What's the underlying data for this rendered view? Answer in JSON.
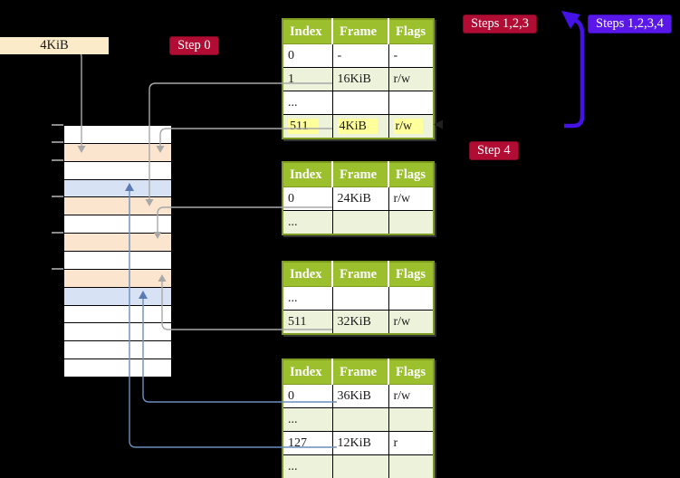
{
  "memory_label": {
    "text": "4KiB"
  },
  "badges": {
    "step0": "Step 0",
    "steps123": "Steps 1,2,3",
    "steps1234": "Steps 1,2,3,4",
    "step4": "Step 4"
  },
  "table_headers": [
    "Index",
    "Frame",
    "Flags"
  ],
  "tables": [
    {
      "name": "page-table-1",
      "rows": [
        {
          "cells": [
            "0",
            "-",
            "-"
          ],
          "shade": false,
          "highlight": false
        },
        {
          "cells": [
            "1",
            "16KiB",
            "r/w"
          ],
          "shade": true,
          "highlight": false
        },
        {
          "cells": [
            "...",
            "",
            ""
          ],
          "shade": false,
          "highlight": false
        },
        {
          "cells": [
            "511",
            "4KiB",
            "r/w"
          ],
          "shade": true,
          "highlight": true
        }
      ]
    },
    {
      "name": "page-table-2",
      "rows": [
        {
          "cells": [
            "0",
            "24KiB",
            "r/w"
          ],
          "shade": false,
          "highlight": false
        },
        {
          "cells": [
            "...",
            "",
            ""
          ],
          "shade": true,
          "highlight": false
        }
      ]
    },
    {
      "name": "page-table-3",
      "rows": [
        {
          "cells": [
            "...",
            "",
            ""
          ],
          "shade": false,
          "highlight": false
        },
        {
          "cells": [
            "511",
            "32KiB",
            "r/w"
          ],
          "shade": true,
          "highlight": false
        }
      ]
    },
    {
      "name": "page-table-4",
      "rows": [
        {
          "cells": [
            "0",
            "36KiB",
            "r/w"
          ],
          "shade": false,
          "highlight": false
        },
        {
          "cells": [
            "...",
            "",
            ""
          ],
          "shade": true,
          "highlight": false
        },
        {
          "cells": [
            "127",
            "12KiB",
            "r"
          ],
          "shade": false,
          "highlight": false
        },
        {
          "cells": [
            "...",
            "",
            ""
          ],
          "shade": true,
          "highlight": false
        }
      ]
    }
  ],
  "memory_stripe": {
    "rows": [
      "white",
      "orange",
      "white",
      "blue",
      "orange",
      "white",
      "orange",
      "white",
      "orange",
      "blue",
      "white",
      "white",
      "white",
      "white"
    ]
  },
  "colors": {
    "badge_red": "#B10C33",
    "badge_violet": "#5A17EA",
    "return_arrow_violet": "#4412E4",
    "table_header_green": "#9CBF2D",
    "table_border": "#7E9B21",
    "row_light_green": "#EDF2DA",
    "highlight_yellow": "#FFFF9C",
    "stripe_orange": "#FCE5CE",
    "stripe_blue": "#D7E3F4",
    "mem_label_bg": "#FBEBC9",
    "connector_gray": "#A8A8A8",
    "connector_blue": "#6C8EBF"
  }
}
